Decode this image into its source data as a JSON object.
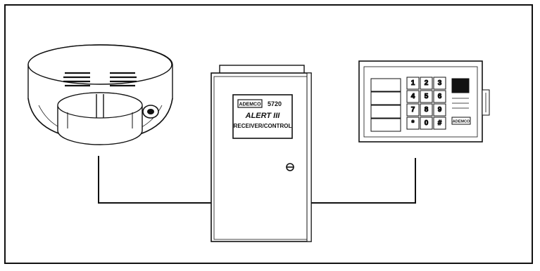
{
  "diagram": {
    "panel": {
      "brand": "ADEMCO",
      "model": "5720",
      "name": "ALERT III",
      "subtitle": "RECEIVER/CONTROL"
    },
    "keypad": {
      "brand": "ADEMCO",
      "keys": [
        "1",
        "2",
        "3",
        "4",
        "5",
        "6",
        "7",
        "8",
        "9",
        "*",
        "0",
        "#"
      ]
    },
    "colors": {
      "line": "#111111",
      "background": "#ffffff",
      "frame": "#111111"
    },
    "icons": [
      "smoke-detector-icon",
      "control-panel-icon",
      "keypad-icon"
    ]
  }
}
